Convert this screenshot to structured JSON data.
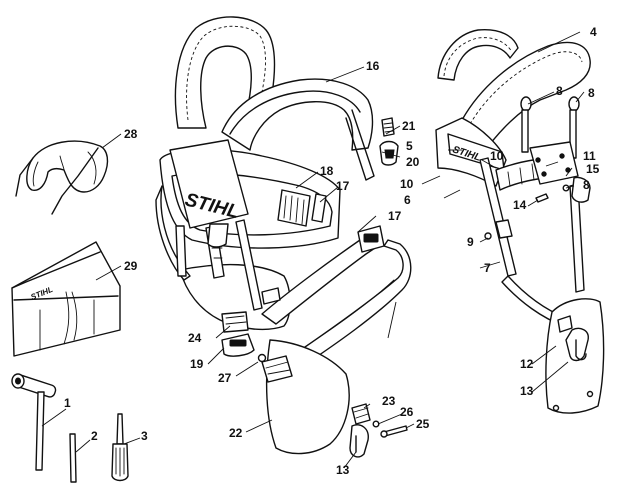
{
  "diagram": {
    "brand_logo_text": "STIHL",
    "callouts": [
      "1",
      "2",
      "3",
      "4",
      "5",
      "6",
      "7",
      "8",
      "8",
      "8",
      "9",
      "10",
      "10",
      "11",
      "12",
      "13",
      "13",
      "14",
      "15",
      "16",
      "17",
      "17",
      "18",
      "19",
      "20",
      "21",
      "22",
      "23",
      "24",
      "25",
      "26",
      "27",
      "28",
      "29"
    ]
  }
}
